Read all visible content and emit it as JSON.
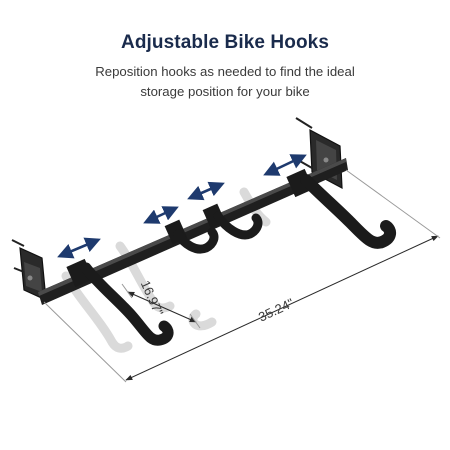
{
  "header": {
    "title": "Adjustable Bike Hooks",
    "subtitle_line1": "Reposition hooks as needed to find the ideal",
    "subtitle_line2": "storage position for your bike"
  },
  "dimensions": {
    "hook_spacing": "16.97\"",
    "rack_length": "35.24\""
  },
  "colors": {
    "title": "#1a2b4c",
    "arrow": "#1e3a6e",
    "metal": "#1f1f1f"
  },
  "icons": [
    "double-arrow-icon"
  ]
}
